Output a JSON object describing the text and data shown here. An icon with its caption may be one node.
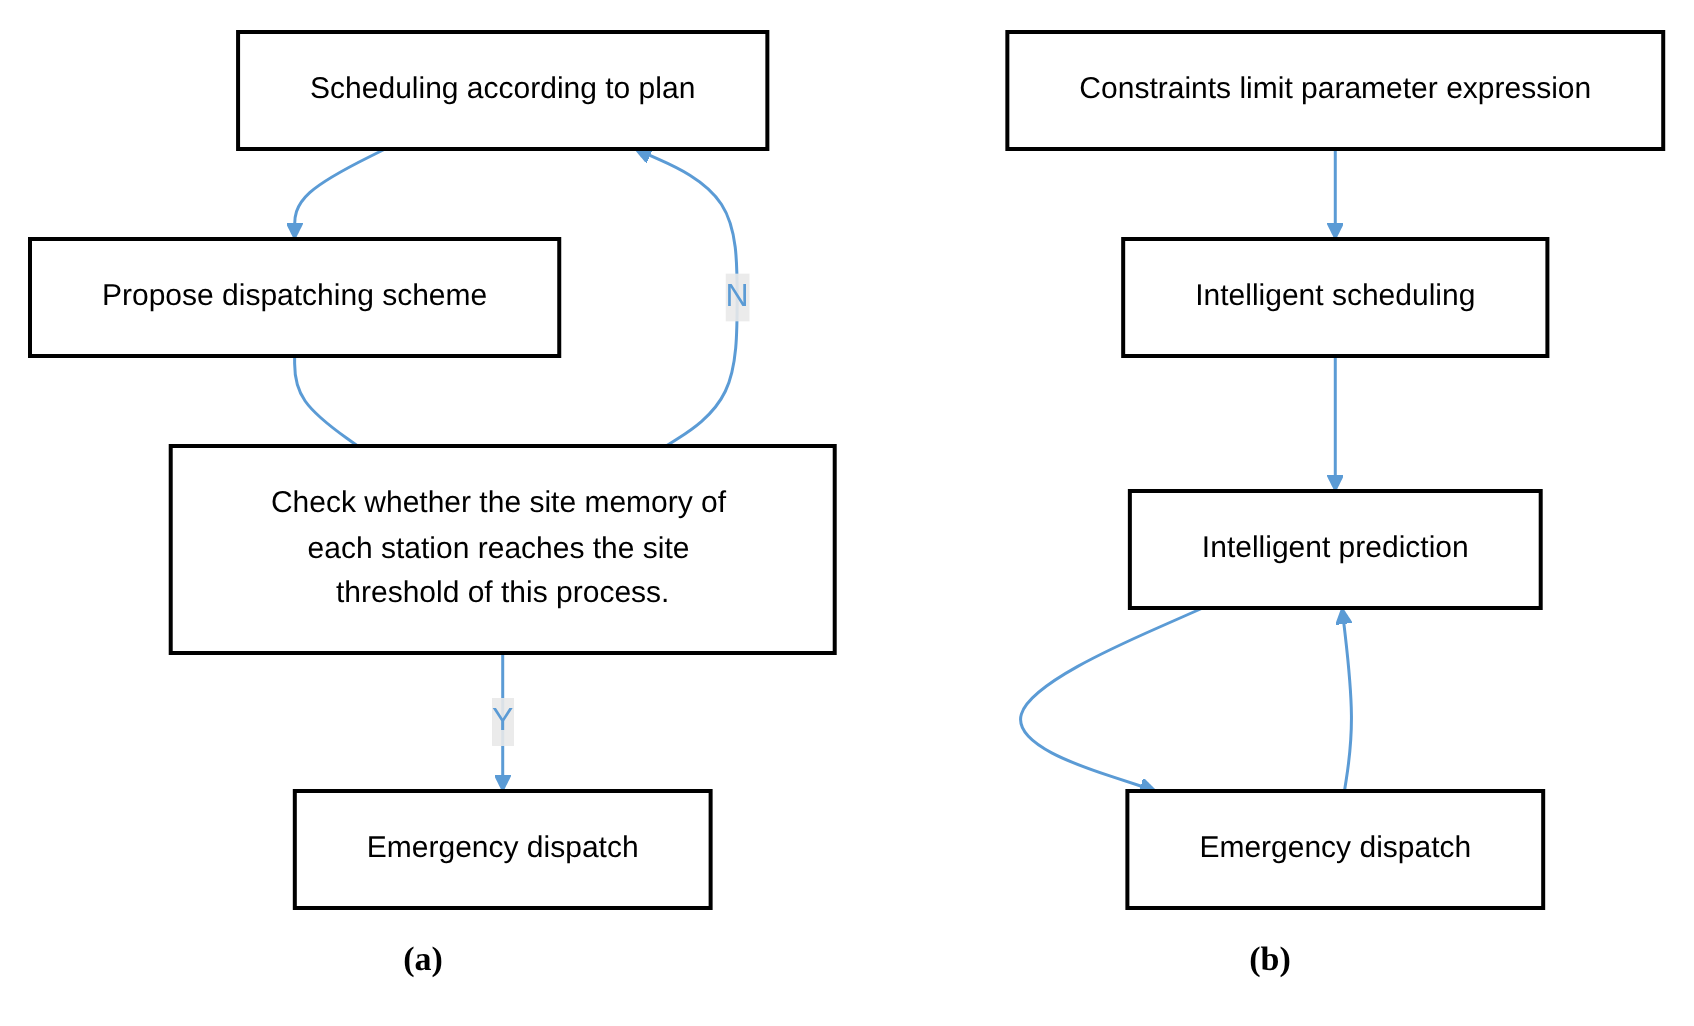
{
  "diagram": {
    "nodes": [
      {
        "text": [
          "Scheduling according to plan"
        ]
      },
      {
        "text": [
          "Propose dispatching scheme"
        ]
      },
      {
        "text": [
          "Check whether the site memory of each station reaches the site threshold of this process."
        ]
      },
      {
        "text": [
          "Emergency dispatch"
        ]
      },
      {
        "text": [
          "Constraints limit parameter expression"
        ]
      },
      {
        "text": [
          "Intelligent scheduling"
        ]
      },
      {
        "text": [
          "Intelligent prediction"
        ]
      },
      {
        "text": [
          "Emergency dispatch"
        ]
      }
    ],
    "edges": [
      {
        "from": 0,
        "to": 1,
        "arrow": "to"
      },
      {
        "from": 1,
        "to": 2,
        "arrow": "none"
      },
      {
        "from": 2,
        "to": 0,
        "arrow": "to",
        "label": "N"
      },
      {
        "from": 2,
        "to": 3,
        "arrow": "to",
        "label": "Y"
      },
      {
        "from": 4,
        "to": 5,
        "arrow": "to"
      },
      {
        "from": 5,
        "to": 6,
        "arrow": "to"
      },
      {
        "from": 6,
        "to": 7,
        "arrow": "to"
      },
      {
        "from": 7,
        "to": 6,
        "arrow": "to"
      }
    ],
    "labels": [
      "(a)",
      "(b)"
    ]
  }
}
